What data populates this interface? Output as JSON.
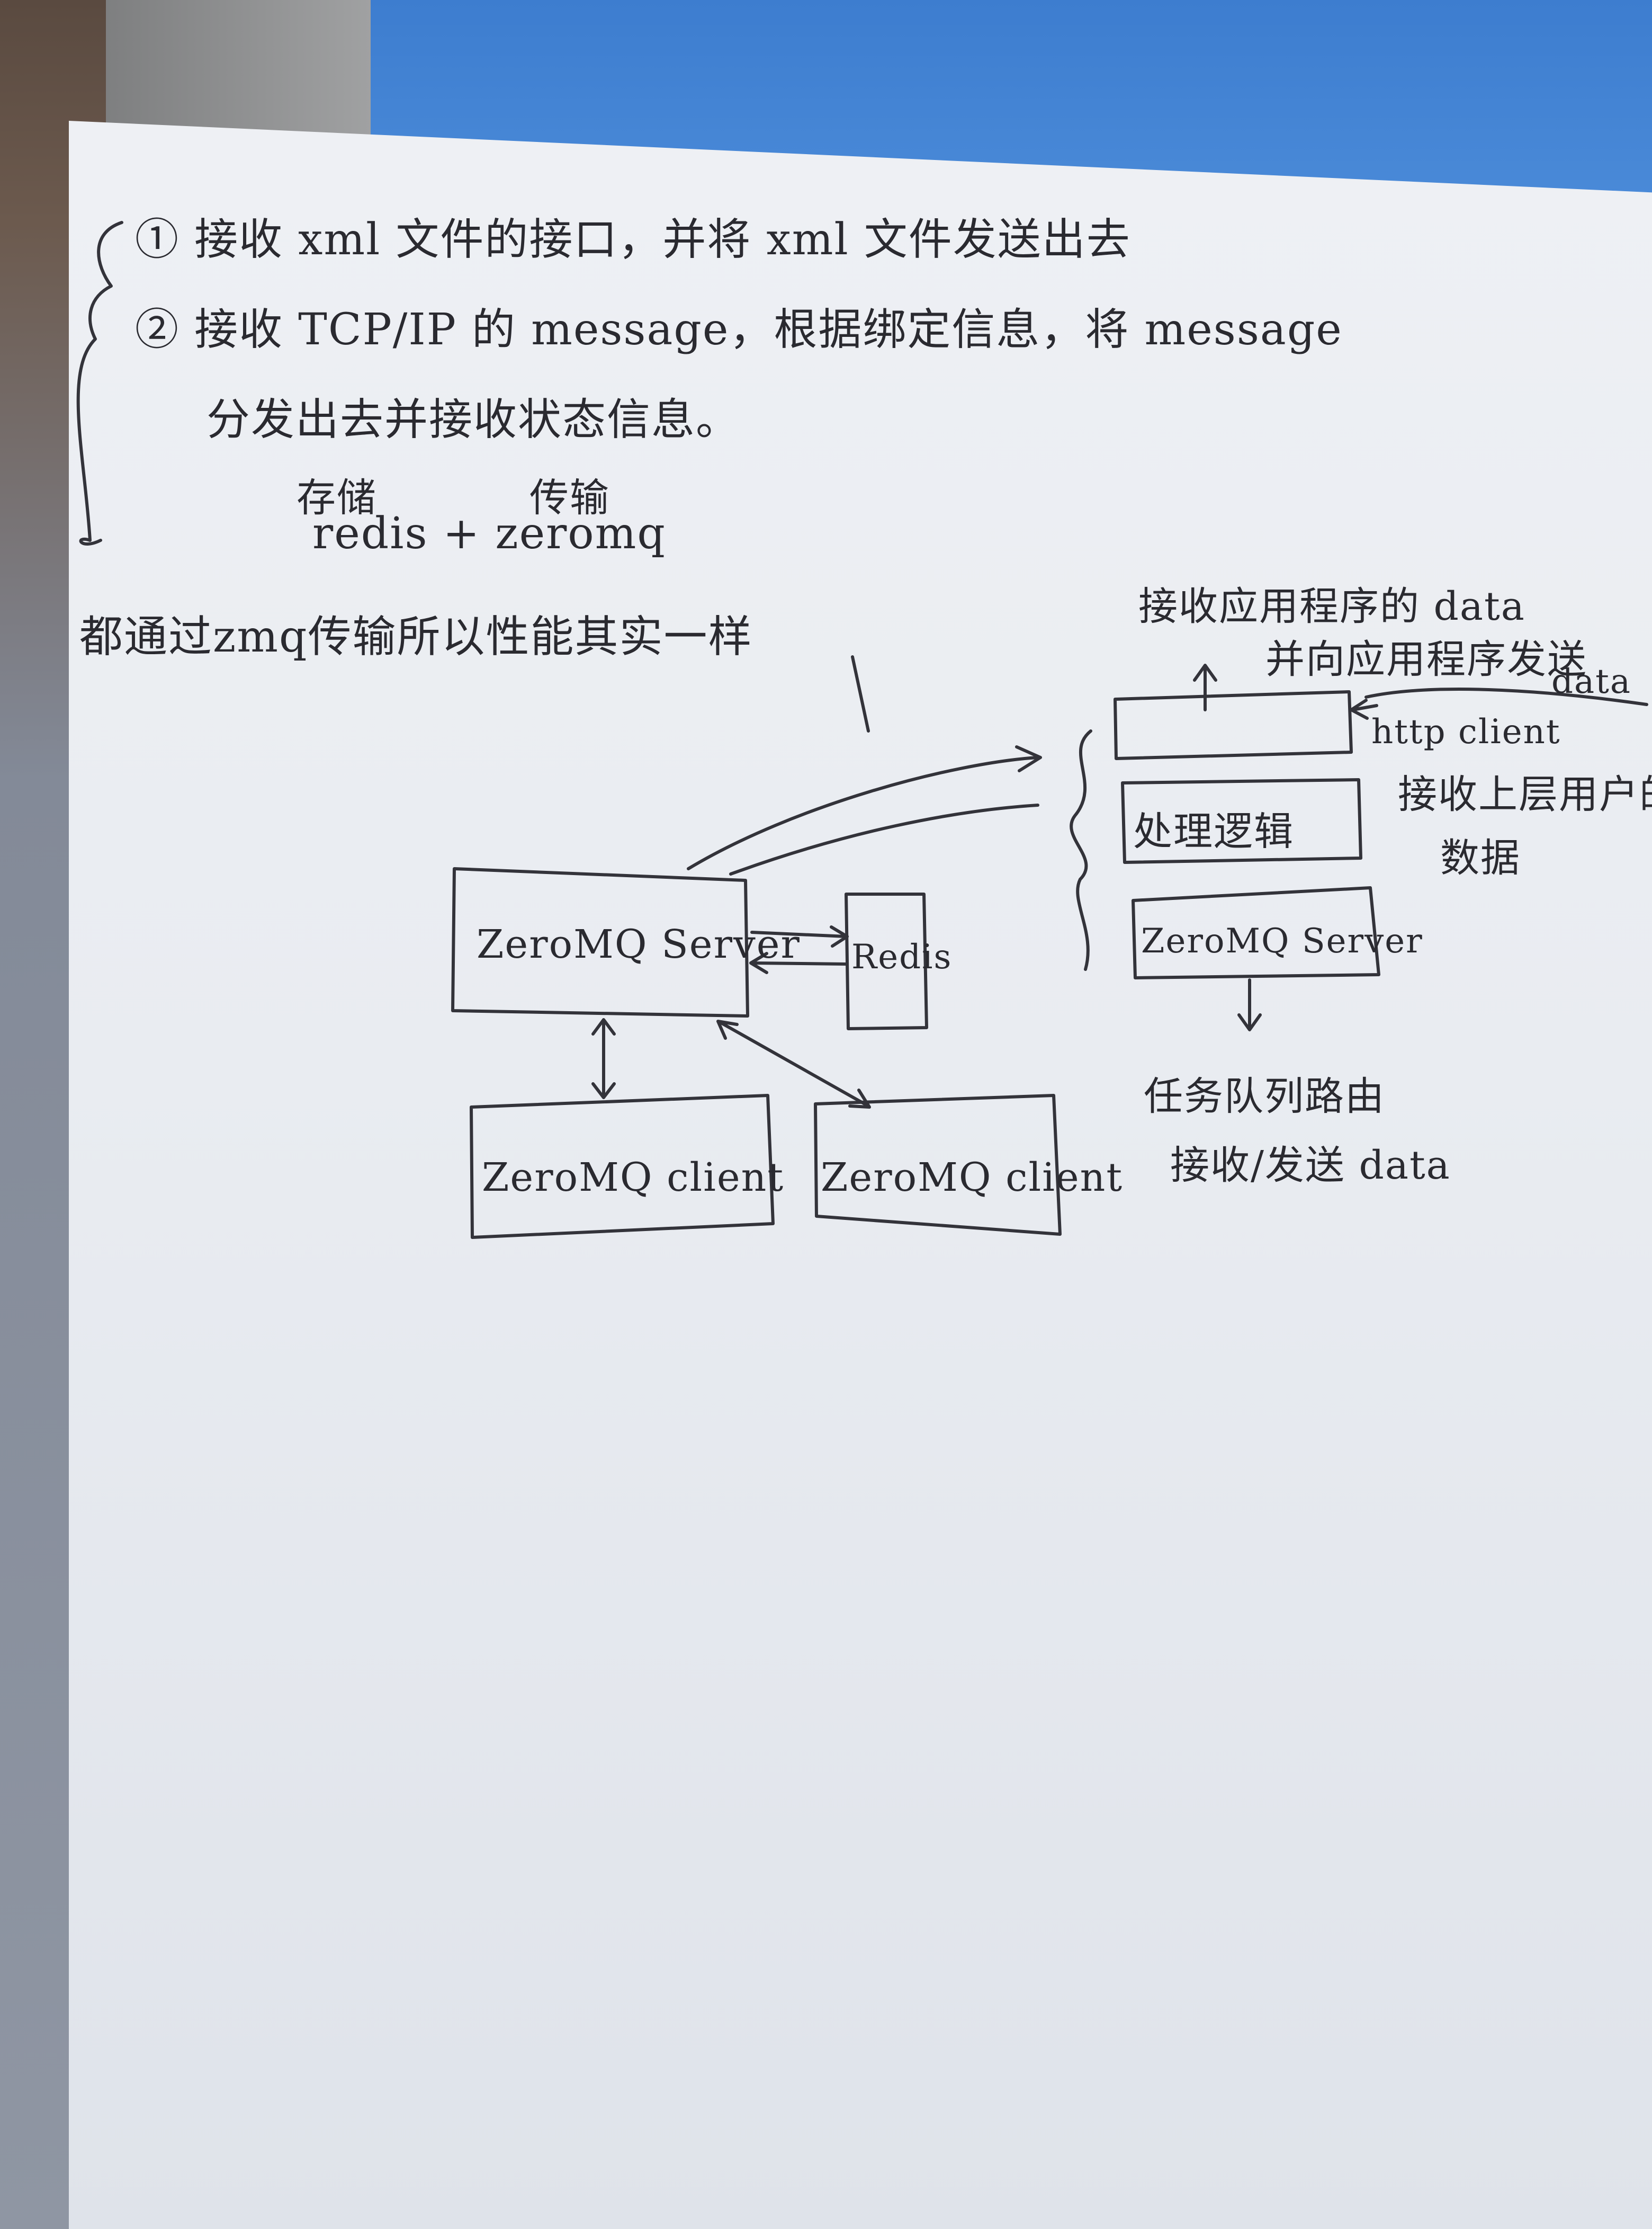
{
  "notes": {
    "line1": "① 接收 xml 文件的接口，并将 xml 文件发送出去",
    "line2": "② 接收 TCP/IP 的 message，根据绑定信息，将 message",
    "line3": "分发出去并接收状态信息。",
    "storage_label": "存储",
    "transport_label": "传输",
    "stack": "redis + zeromq",
    "summary": "都通过zmq传输所以性能其实一样"
  },
  "diagram": {
    "zmq_server": "ZeroMQ Server",
    "redis": "Redis",
    "zmq_client_1": "ZeroMQ client",
    "zmq_client_2": "ZeroMQ client"
  },
  "right_stack": {
    "top_note_line1": "接收应用程序的 data",
    "top_note_line2": "并向应用程序发送",
    "top_note_data": "data",
    "http_client": "http client",
    "http_note_line1": "接收上层用户的",
    "http_note_line2": "数据",
    "logic_box": "处理逻辑",
    "zmq_server_box": "ZeroMQ Server",
    "bottom_note_line1": "任务队列路由",
    "bottom_note_line2": "接收/发送 data"
  }
}
